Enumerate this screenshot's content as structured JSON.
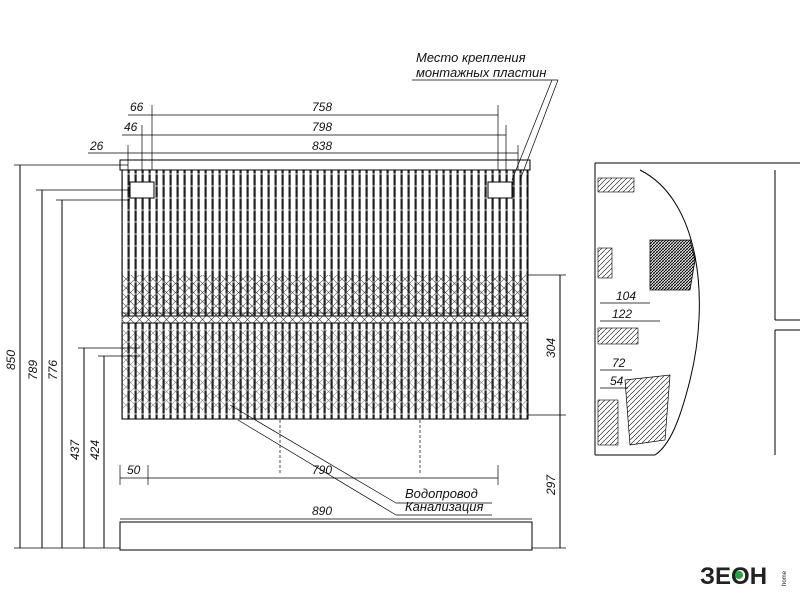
{
  "annotations": {
    "mounting_line1": "Место крепления",
    "mounting_line2": "монтажных пластин",
    "water": "Водопровод",
    "sewer": "Канализация"
  },
  "dims": {
    "w758": "758",
    "w798": "798",
    "w838": "838",
    "w66": "66",
    "w46": "46",
    "w26": "26",
    "w890": "890",
    "w790": "790",
    "w50": "50",
    "h850": "850",
    "h789": "789",
    "h776": "776",
    "h437": "437",
    "h424": "424",
    "h304": "304",
    "h297": "297",
    "s104": "104",
    "s122": "122",
    "s72": "72",
    "s54": "54"
  },
  "logo": {
    "text": "ЗЕОН",
    "sub": "home"
  }
}
